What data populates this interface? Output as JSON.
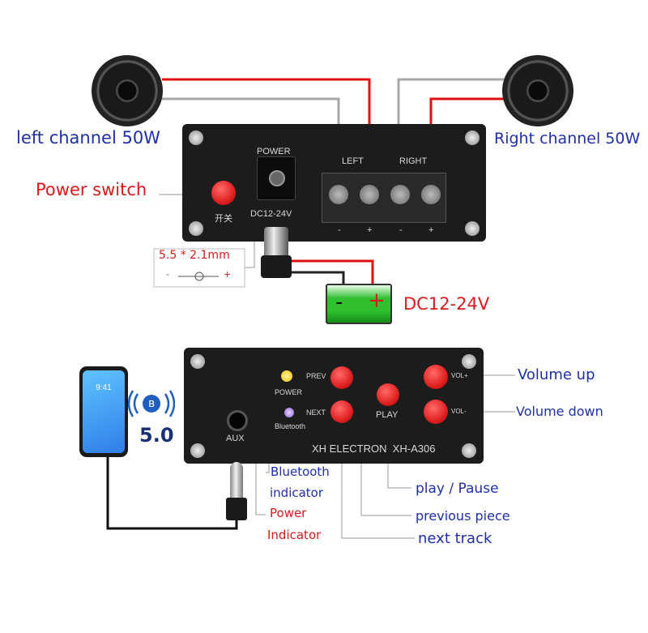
{
  "top": {
    "left_channel": "left channel 50W",
    "right_channel": "Right channel 50W",
    "power_switch": "Power switch",
    "switch_label": "开关",
    "power_label": "POWER",
    "dc_label": "DC12-24V",
    "left_label": "LEFT",
    "right_label": "RIGHT",
    "terminal_signs": [
      "-",
      "+",
      "-",
      "+"
    ],
    "jack_spec": "5.5 * 2.1mm",
    "jack_minus": "-",
    "jack_plus": "+",
    "battery_minus": "-",
    "battery_plus": "+",
    "dc_supply": "DC12-24V"
  },
  "bottom": {
    "phone_time": "9:41",
    "bt_version": "5.0",
    "aux_label": "AUX",
    "power_led_label": "POWER",
    "bt_led_label": "Bluetooth",
    "prev_label": "PREV",
    "next_label": "NEXT",
    "play_label": "PLAY",
    "vol_up_label": "VOL+",
    "vol_down_label": "VOL-",
    "brand": "XH ELECTRON  XH-A306",
    "callouts": {
      "volume_up": "Volume up",
      "volume_down": "Volume down",
      "bt_indicator_1": "Bluetooth",
      "bt_indicator_2": "indicator",
      "power_indicator_1": "Power",
      "power_indicator_2": "Indicator",
      "play_pause": "play / Pause",
      "previous_piece": "previous piece",
      "next_track": "next track"
    }
  },
  "colors": {
    "panel": "#1c1c1c",
    "button_red": "#e02020",
    "callout_blue": "#1f2fa8",
    "callout_red": "#d91a1a",
    "wire_red": "#e01010",
    "wire_gray": "#a8a8a8",
    "battery_green": "#2fbf2f"
  }
}
